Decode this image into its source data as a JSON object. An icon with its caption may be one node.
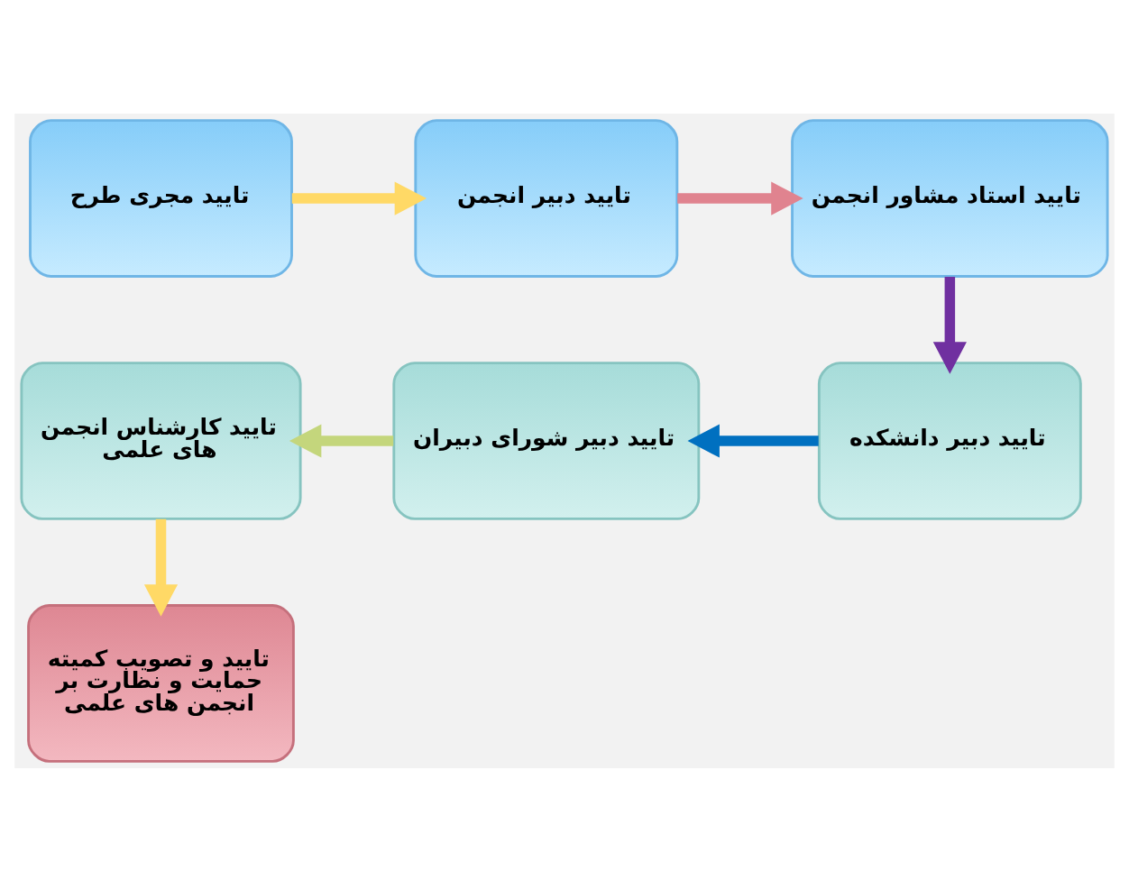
{
  "diagram": {
    "nodes": [
      {
        "text": [
          "تایید مجری طرح"
        ]
      },
      {
        "text": [
          "تایید دبیر انجمن"
        ]
      },
      {
        "text": [
          "تایید استاد مشاور انجمن"
        ]
      },
      {
        "text": [
          "تایید دبیر دانشکده"
        ]
      },
      {
        "text": [
          "تایید دبیر شورای دبیران"
        ]
      },
      {
        "text": [
          "تایید کارشناس انجمن های علمی"
        ]
      },
      {
        "text": [
          "تایید و تصویب کمیته حمایت و نظارت بر انجمن های علمی"
        ]
      }
    ],
    "edges": [
      {
        "from": 0,
        "to": 1,
        "arrow": "to",
        "color": "#ffd966"
      },
      {
        "from": 1,
        "to": 2,
        "arrow": "to",
        "color": "#e0838f"
      },
      {
        "from": 2,
        "to": 3,
        "arrow": "to",
        "color": "#7030a0"
      },
      {
        "from": 3,
        "to": 4,
        "arrow": "to",
        "color": "#0070c0"
      },
      {
        "from": 4,
        "to": 5,
        "arrow": "to",
        "color": "#c4d67c"
      },
      {
        "from": 5,
        "to": 6,
        "arrow": "to",
        "color": "#ffd966"
      }
    ]
  }
}
